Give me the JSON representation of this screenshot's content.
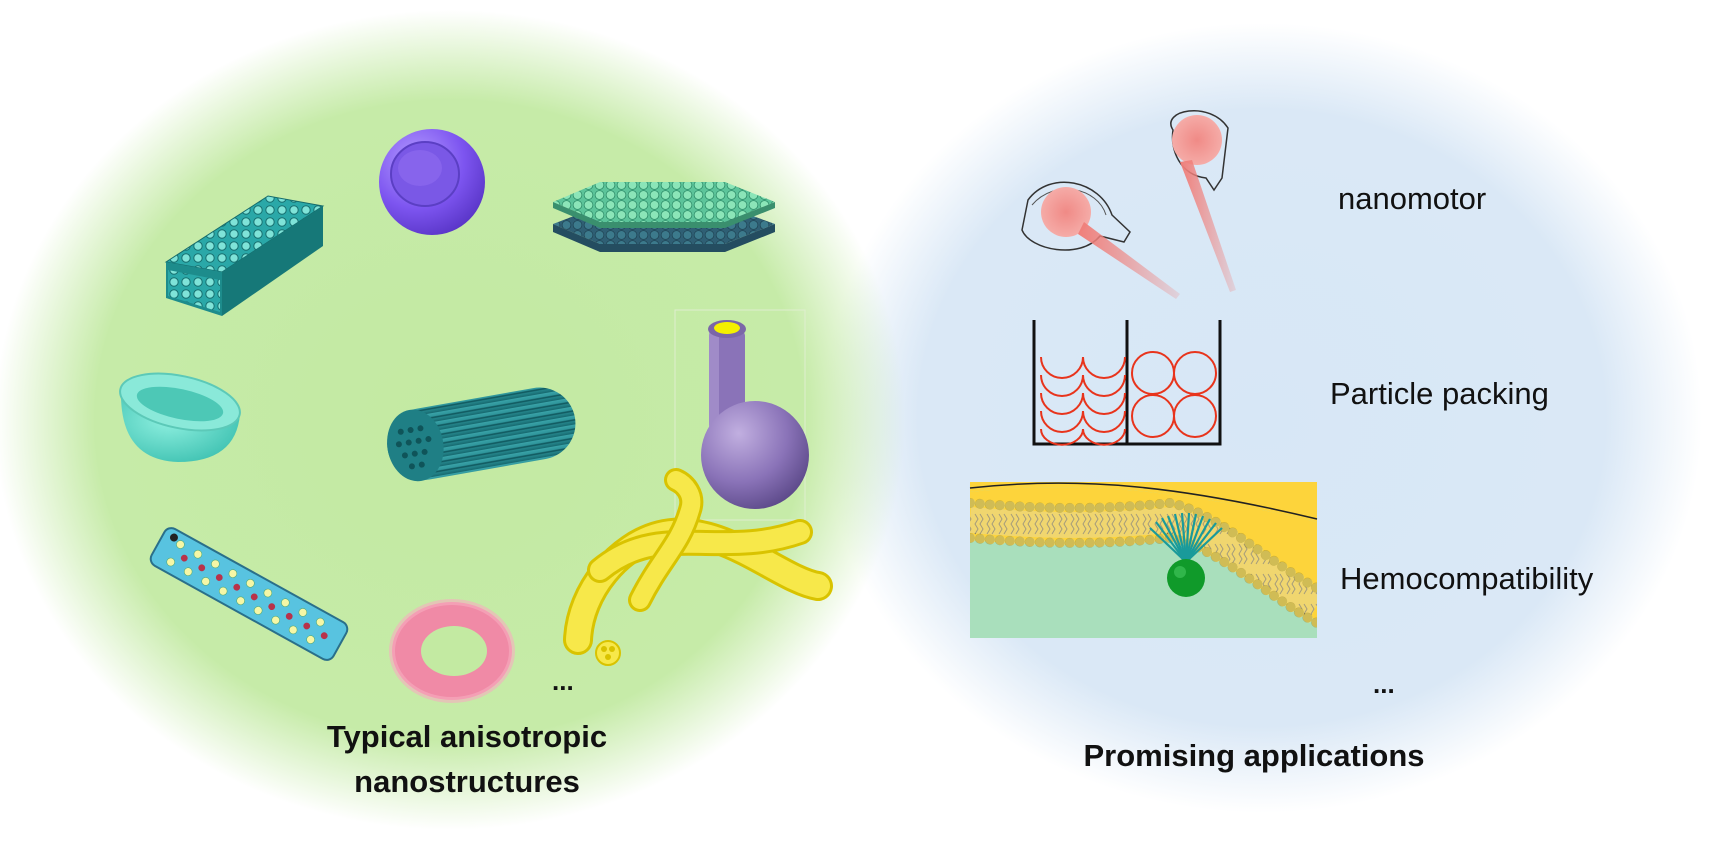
{
  "left_panel": {
    "title_line1": "Typical anisotropic",
    "title_line2": "nanostructures",
    "ellipsis": "...",
    "background_color": "#c3eaa2",
    "structures": [
      {
        "icon": "nanosheet-stack-icon"
      },
      {
        "icon": "dimpled-sphere-icon"
      },
      {
        "icon": "hexagonal-plates-icon"
      },
      {
        "icon": "hemisphere-bowl-icon"
      },
      {
        "icon": "grooved-rod-icon"
      },
      {
        "icon": "flask-particle-icon"
      },
      {
        "icon": "porous-ribbon-icon"
      },
      {
        "icon": "torus-ring-icon"
      },
      {
        "icon": "fiber-bundle-icon"
      }
    ]
  },
  "right_panel": {
    "title": "Promising applications",
    "ellipsis": "...",
    "background_color": "#d7e7f6",
    "applications": [
      {
        "label": "nanomotor",
        "icon": "nanomotor-icon"
      },
      {
        "label": "Particle packing",
        "icon": "particle-packing-icon"
      },
      {
        "label": "Hemocompatibility",
        "icon": "membrane-interaction-icon"
      }
    ]
  }
}
